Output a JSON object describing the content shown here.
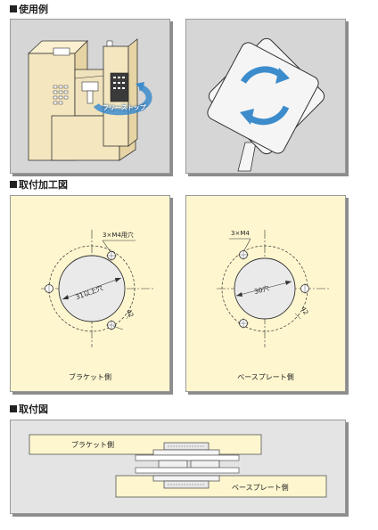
{
  "sections": {
    "usage": "使用例",
    "machining": "取付加工図",
    "mounting": "取付図"
  },
  "usage_panel": {
    "tag": "フリーストップ"
  },
  "bracket_side": {
    "hole_callout": "3×M4用穴",
    "center_hole": "31以上穴",
    "pcd": "42",
    "caption": "ブラケット側"
  },
  "base_side": {
    "hole_callout": "3×M4",
    "center_hole": "30穴",
    "pcd": "42",
    "caption": "ベースプレート側"
  },
  "mounting_panel": {
    "bracket_label": "ブラケット側",
    "base_label": "ベースプレート側"
  },
  "colors": {
    "cream": "#fdf6cf",
    "grey_panel": "#d6d6d6",
    "machine_beige": "#f4e6bf",
    "accent_blue": "#3c8ccc"
  }
}
